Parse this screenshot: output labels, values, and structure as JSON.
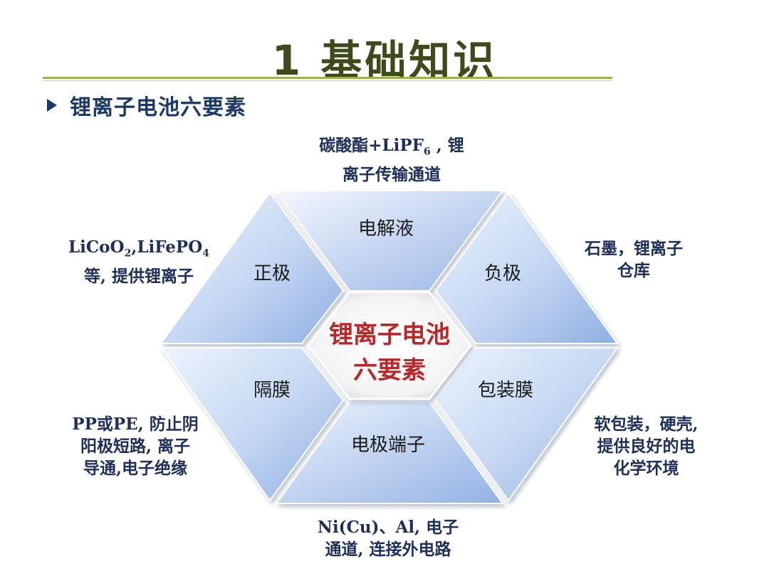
{
  "title": "1 基础知识",
  "bullet": "锂离子电池六要素",
  "center": {
    "line1": "锂离子电池",
    "line2": "六要素"
  },
  "segments": {
    "top": "电解液",
    "upper_left": "正极",
    "upper_right": "负极",
    "lower_left": "隔膜",
    "lower_right": "包装膜",
    "bottom": "电极端子"
  },
  "notes": {
    "top": {
      "l1a": "碳酸酯+LiPF",
      "l1sub": "6",
      "l1b": " , 锂",
      "l2": "离子传输通道"
    },
    "upper_left": {
      "l1a": "LiCoO",
      "l1sub1": "2",
      "l1b": ",LiFePO",
      "l1sub2": "4",
      "l2": "等, 提供锂离子"
    },
    "upper_right": {
      "l1": "石墨，锂离子",
      "l2": "仓库"
    },
    "lower_left": {
      "l1": "PP或PE, 防止阴",
      "l2": "阳极短路, 离子",
      "l3": "导通,电子绝缘"
    },
    "lower_right": {
      "l1": "软包装，硬壳,",
      "l2": "提供良好的电",
      "l3": "化学环境"
    },
    "bottom": {
      "l1": "Ni(Cu)、Al, 电子",
      "l2": "通道, 连接外电路"
    }
  },
  "colors": {
    "title": "#3d4a1a",
    "rule": "#9bb44a",
    "bullet": "#1d3a66",
    "segment_light": "#eef4fd",
    "segment_dark": "#9db9e6",
    "center_text": "#b8282a",
    "note_text": "#1d2f5a"
  }
}
